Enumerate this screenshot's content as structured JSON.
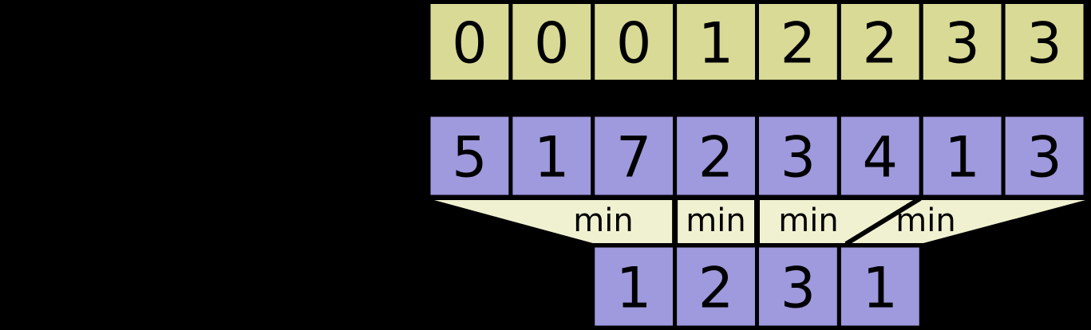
{
  "figure": {
    "block_index_row": {
      "values": [
        "0",
        "0",
        "0",
        "1",
        "2",
        "2",
        "3",
        "3"
      ]
    },
    "array_row": {
      "values": [
        "5",
        "1",
        "7",
        "2",
        "3",
        "4",
        "1",
        "3"
      ]
    },
    "min_band": {
      "labels": [
        "min",
        "min",
        "min",
        "min"
      ]
    },
    "block_min_row": {
      "values": [
        "1",
        "2",
        "3",
        "1"
      ]
    },
    "colors": {
      "block_index_fill": "#d8da96",
      "array_fill": "#9f99dd",
      "operation_fill": "#f0f1d1",
      "border": "#000000",
      "text": "#000000",
      "background": "#000000"
    }
  }
}
